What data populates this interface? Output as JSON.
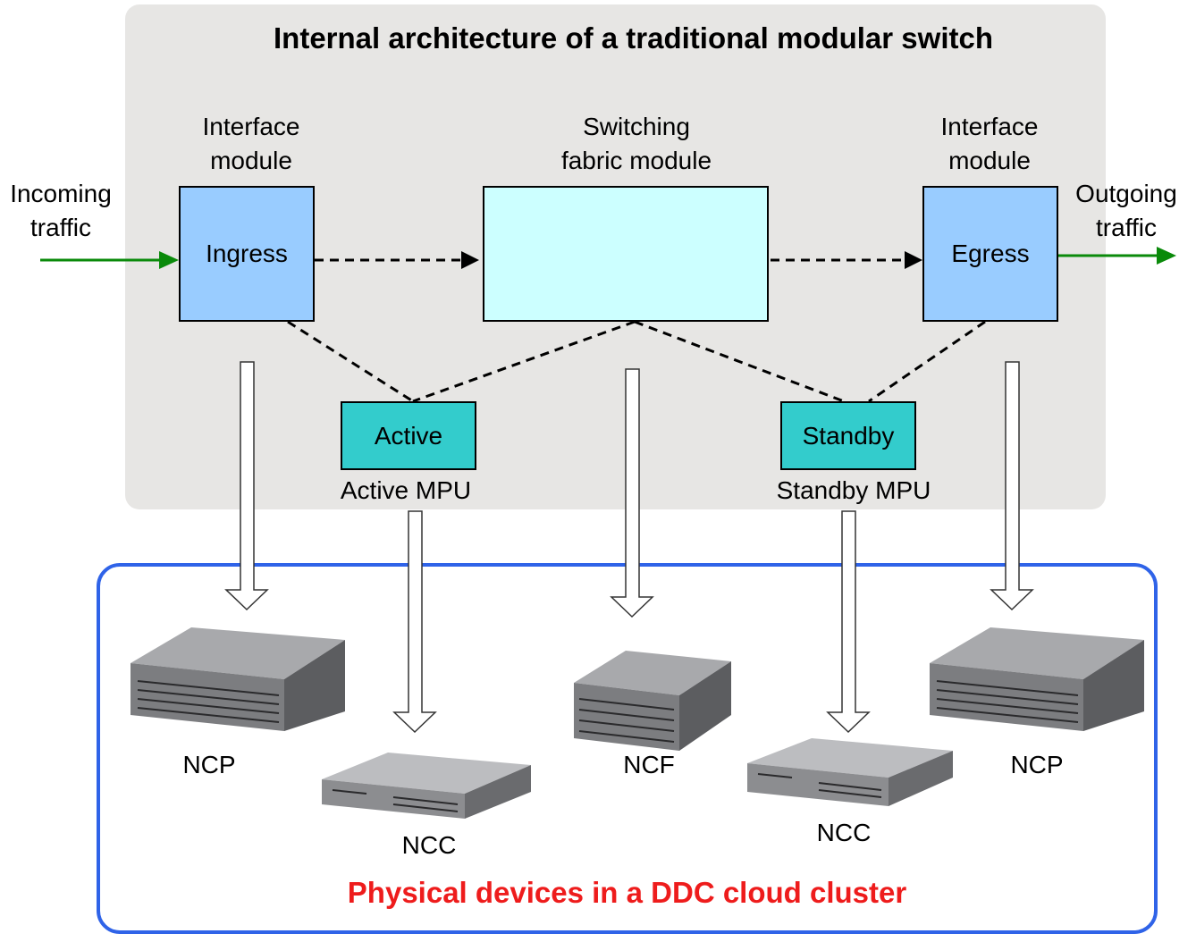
{
  "title": "Internal architecture of a traditional modular switch",
  "left_module": {
    "caption_line1": "Interface",
    "caption_line2": "module",
    "box_label": "Ingress"
  },
  "fabric": {
    "caption_line1": "Switching",
    "caption_line2": "fabric module"
  },
  "right_module": {
    "caption_line1": "Interface",
    "caption_line2": "module",
    "box_label": "Egress"
  },
  "incoming": {
    "line1": "Incoming",
    "line2": "traffic"
  },
  "outgoing": {
    "line1": "Outgoing",
    "line2": "traffic"
  },
  "active_mpu": {
    "box_label": "Active",
    "caption": "Active MPU"
  },
  "standby_mpu": {
    "box_label": "Standby",
    "caption": "Standby MPU"
  },
  "devices": {
    "ncp_left": "NCP",
    "ncc_left": "NCC",
    "ncf": "NCF",
    "ncc_right": "NCC",
    "ncp_right": "NCP"
  },
  "cluster_title": "Physical devices in a DDC cloud cluster",
  "colors": {
    "panel_bg": "#e7e6e4",
    "module_fill": "#99ccff",
    "fabric_fill": "#ccffff",
    "mpu_fill": "#33cccc",
    "traffic_arrow": "#0a8a0a",
    "cluster_border": "#2f63e8",
    "cluster_title": "#ee1c1c"
  }
}
